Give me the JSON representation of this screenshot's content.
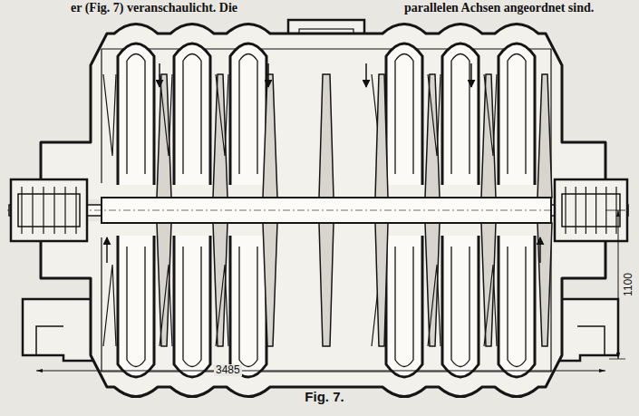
{
  "diagram": {
    "caption": "Fig. 7.",
    "labels": [
      "er (Fig. 7) veranschaulicht. Die",
      "parallelen Achsen angeordnet sind.",
      "3485",
      "1100"
    ]
  }
}
